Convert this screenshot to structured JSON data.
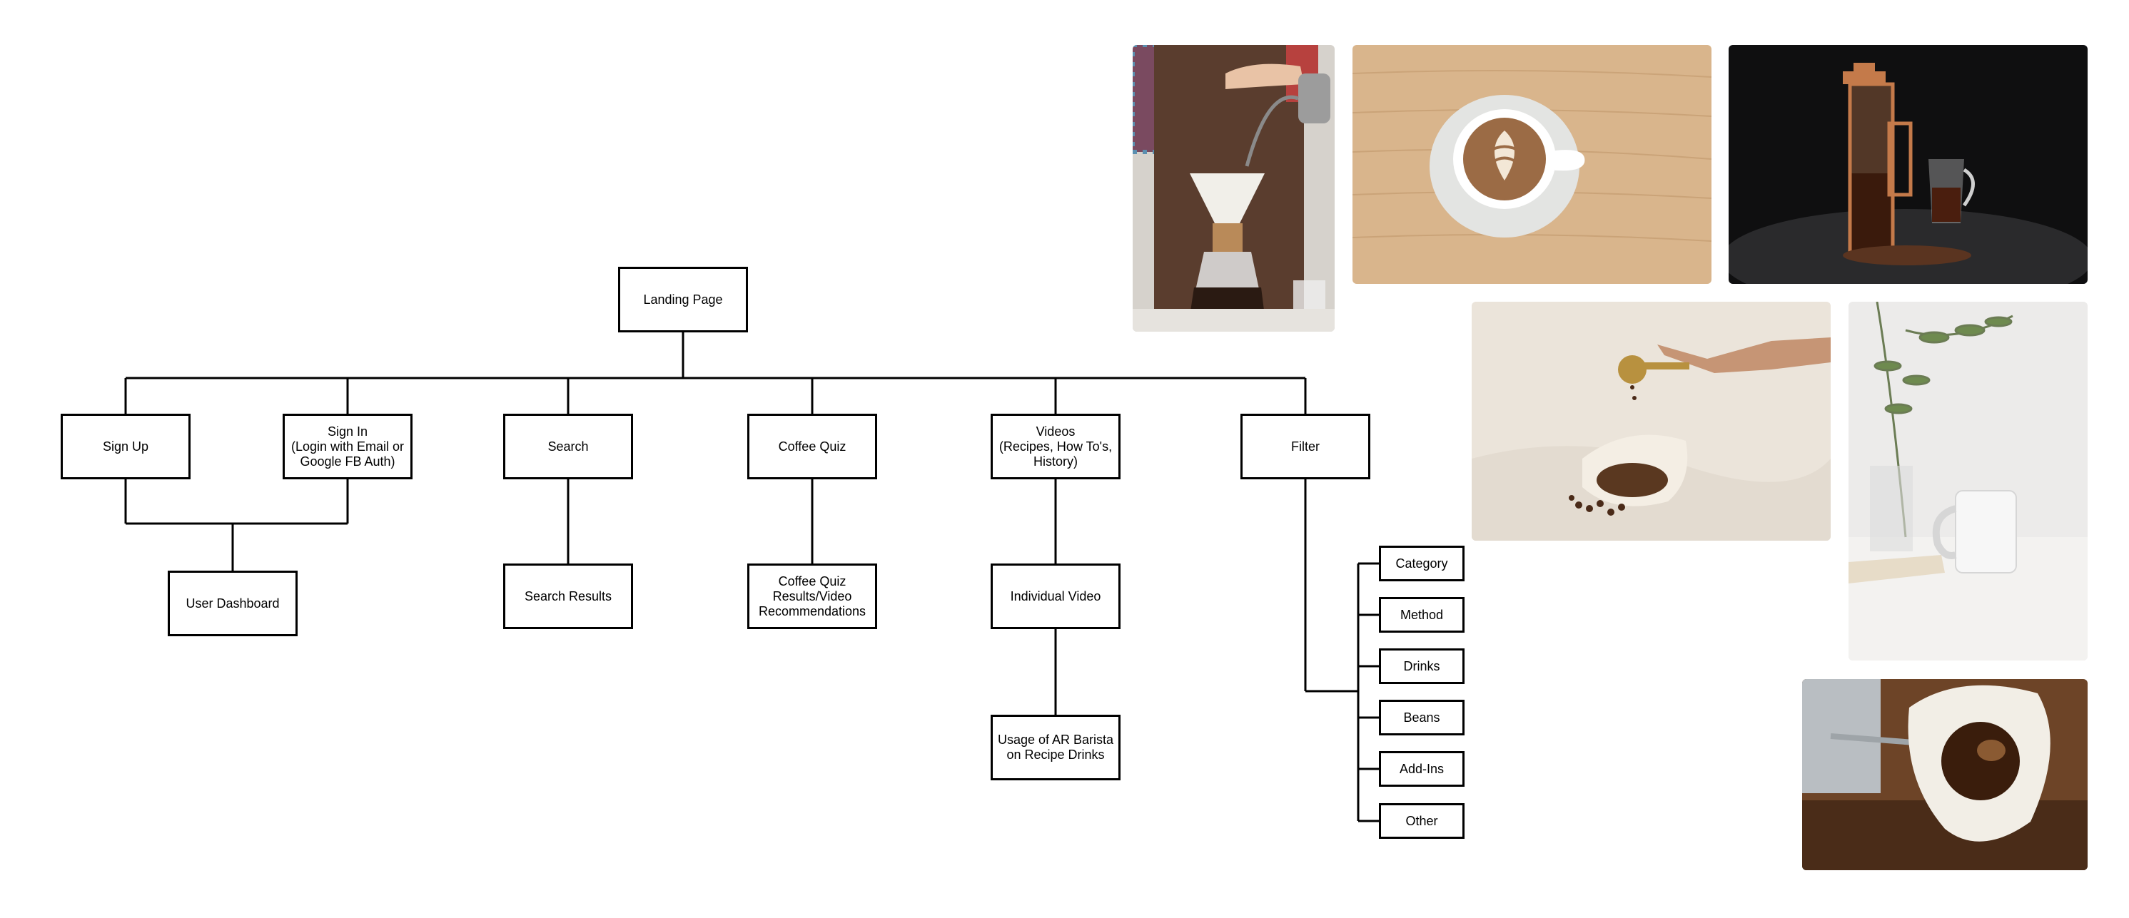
{
  "sitemap": {
    "root": "Landing Page",
    "sign_up": "Sign Up",
    "sign_in": "Sign In\n(Login with Email or\nGoogle FB Auth)",
    "search": "Search",
    "coffee_quiz": "Coffee Quiz",
    "videos": "Videos\n(Recipes, How To's,\nHistory)",
    "filter": "Filter",
    "user_dashboard": "User Dashboard",
    "search_results": "Search Results",
    "quiz_results": "Coffee Quiz\nResults/Video\nRecommendations",
    "individual_video": "Individual Video",
    "ar_barista": "Usage of AR Barista\non Recipe Drinks",
    "filter_options": [
      "Category",
      "Method",
      "Drinks",
      "Beans",
      "Add-Ins",
      "Other"
    ]
  },
  "colors": {
    "line": "#000000",
    "box_border": "#000000",
    "box_fill": "#ffffff"
  }
}
